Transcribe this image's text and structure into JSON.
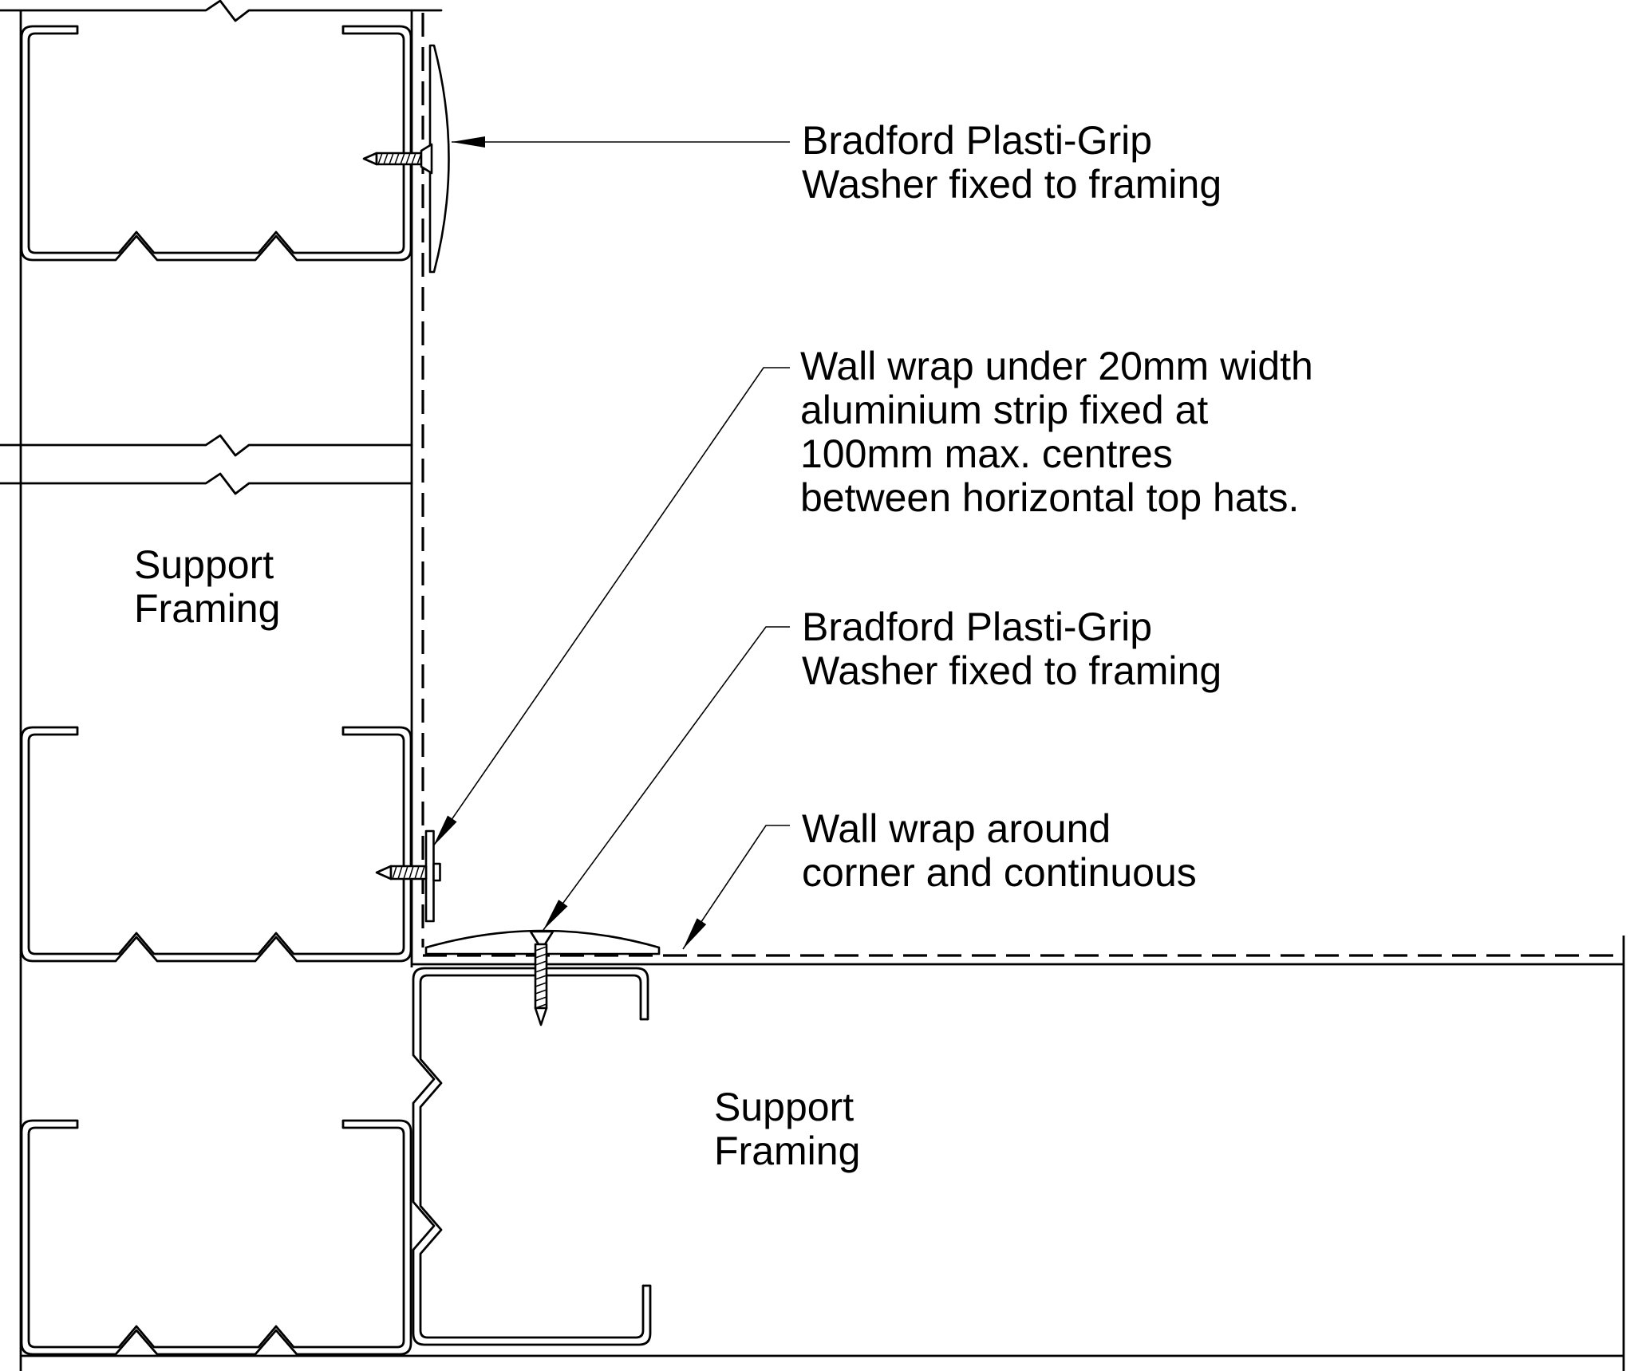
{
  "diagram": {
    "type": "construction-detail-drawing",
    "colors": {
      "line": "#000000",
      "background": "#ffffff"
    },
    "labels": {
      "washer_top": "Bradford Plasti-Grip\nWasher fixed to framing",
      "wall_wrap_strip": "Wall wrap under 20mm width\naluminium strip fixed at\n100mm max. centres\nbetween horizontal top hats.",
      "washer_corner": "Bradford Plasti-Grip\nWasher fixed to framing",
      "wall_wrap_corner": "Wall wrap around\ncorner and continuous",
      "support_framing_left": "Support\nFraming",
      "support_framing_right": "Support\nFraming"
    },
    "components": {
      "wall_wrap_lines": "dashed",
      "fasteners": "screws with plasti-grip washers",
      "framing_sections": "top hat / stud profiles"
    }
  }
}
